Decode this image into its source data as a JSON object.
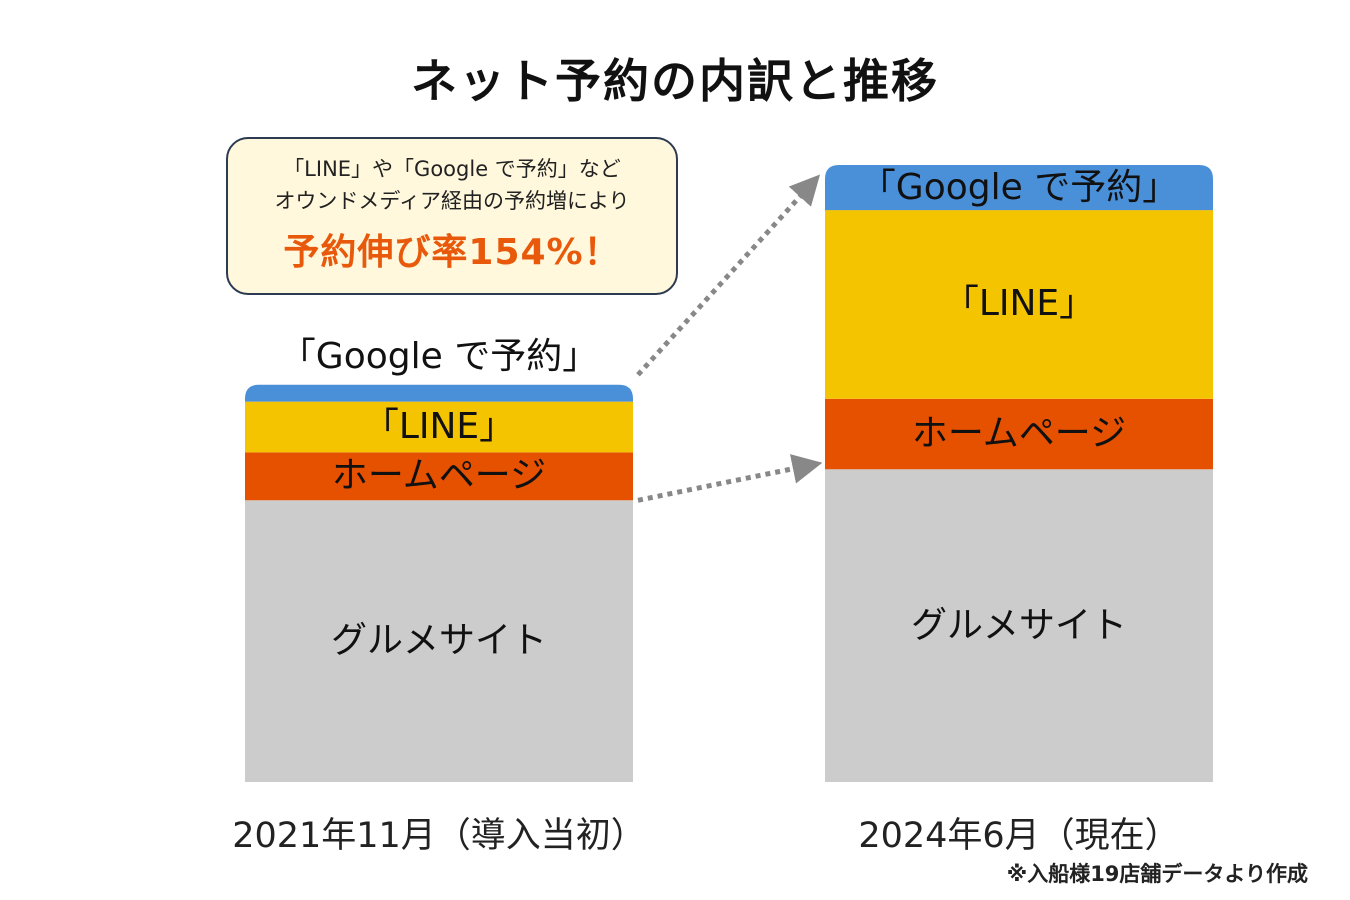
{
  "title": "ネット予約の内訳と推移",
  "callout": {
    "line1": "「LINE」や「Google で予約」など",
    "line2": "オウンドメディア経由の予約増により",
    "highlight": "予約伸び率154%！"
  },
  "note": "※入船様19店舗データより作成",
  "colors": {
    "gourmet": "#cccccc",
    "homepage": "#e65100",
    "line": "#f5c400",
    "google": "#4a90d9",
    "arrow": "#888888"
  },
  "chart_data": {
    "type": "bar",
    "stacked": true,
    "categories": [
      "2021年11月（導入当初）",
      "2024年6月（現在）"
    ],
    "series": [
      {
        "name": "グルメサイト",
        "values": [
          100,
          111
        ]
      },
      {
        "name": "ホームページ",
        "values": [
          17,
          25
        ]
      },
      {
        "name": "「LINE」",
        "values": [
          18,
          67
        ]
      },
      {
        "name": "「Google で予約」",
        "values": [
          6,
          16
        ]
      }
    ],
    "ylim": [
      0,
      219
    ]
  }
}
